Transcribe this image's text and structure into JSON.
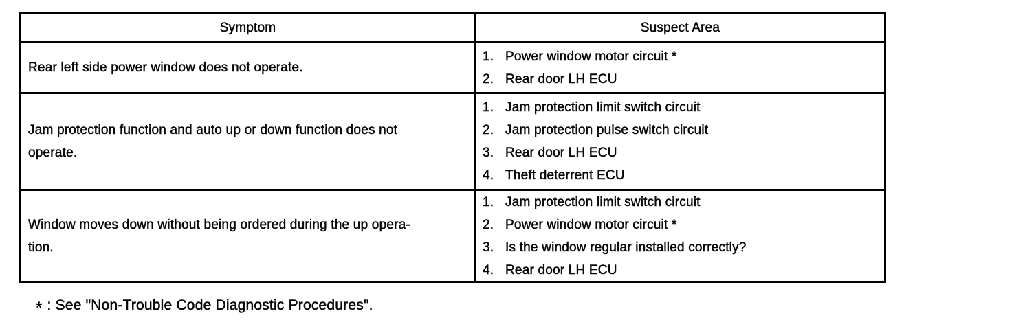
{
  "colors": {
    "ink": "#000000",
    "paper": "#ffffff"
  },
  "table": {
    "columns": [
      "Symptom",
      "Suspect Area"
    ],
    "rows": [
      {
        "symptom_lines": [
          "Rear left side power window does not operate."
        ],
        "suspects": [
          {
            "num": "1.",
            "text": "Power window motor circuit *"
          },
          {
            "num": "2.",
            "text": "Rear door LH ECU"
          }
        ]
      },
      {
        "symptom_lines": [
          "Jam protection function and auto up or down function does not",
          "operate."
        ],
        "suspects": [
          {
            "num": "1.",
            "text": "Jam protection limit switch circuit"
          },
          {
            "num": "2.",
            "text": "Jam protection pulse switch circuit"
          },
          {
            "num": "3.",
            "text": "Rear door LH ECU"
          },
          {
            "num": "4.",
            "text": "Theft deterrent ECU"
          }
        ]
      },
      {
        "symptom_lines": [
          "Window moves down without being ordered during the up opera-",
          "tion."
        ],
        "suspects": [
          {
            "num": "1.",
            "text": "Jam protection limit switch circuit"
          },
          {
            "num": "2.",
            "text": "Power window motor circuit *"
          },
          {
            "num": "3.",
            "text": "Is the window regular installed correctly?"
          },
          {
            "num": "4.",
            "text": "Rear door LH ECU"
          }
        ]
      }
    ]
  },
  "footnote": {
    "marker": "*",
    "text": ": See \"Non-Trouble Code Diagnostic Procedures\"."
  }
}
